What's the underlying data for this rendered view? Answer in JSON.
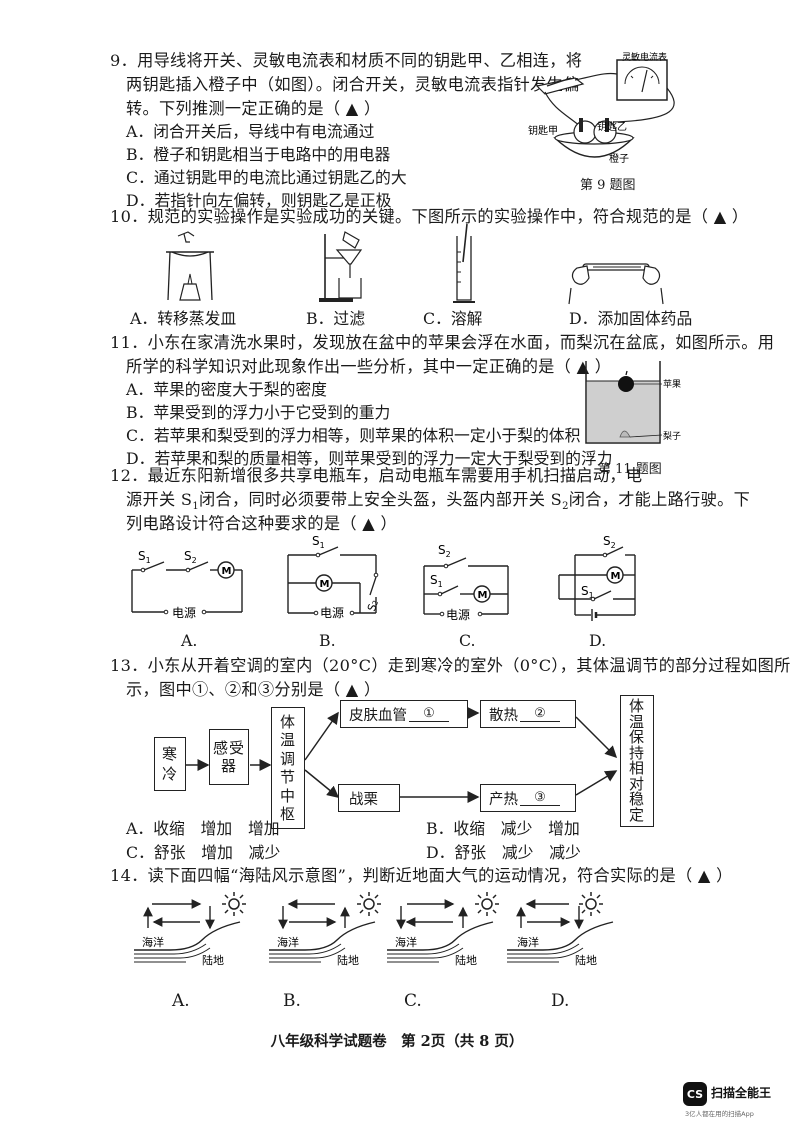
{
  "q9": {
    "line1": "9．用导线将开关、灵敏电流表和材质不同的钥匙甲、乙相连，将",
    "line2": "两钥匙插入橙子中（如图）。闭合开关，灵敏电流表指针发生偏",
    "line3": "转。下列推测一定正确的是（ ▲ ）",
    "options": [
      "A．闭合开关后，导线中有电流通过",
      "B．橙子和钥匙相当于电路中的用电器",
      "C．通过钥匙甲的电流比通过钥匙乙的大",
      "D．若指针向左偏转，则钥匙乙是正极"
    ],
    "fig_labels": {
      "meter": "灵敏电流表",
      "key_a": "钥匙甲",
      "key_b": "钥匙乙",
      "orange": "橙子"
    },
    "caption": "第 9 题图"
  },
  "q10": {
    "line1": "10．规范的实验操作是实验成功的关键。下图所示的实验操作中，符合规范的是（ ▲ ）",
    "options": [
      "A．转移蒸发皿",
      "B．过滤",
      "C．溶解",
      "D．添加固体药品"
    ]
  },
  "q11": {
    "line1": "11．小东在家清洗水果时，发现放在盆中的苹果会浮在水面，而梨沉在盆底，如图所示。用",
    "line2": "所学的科学知识对此现象作出一些分析，其中一定正确的是（ ▲ ）",
    "options": [
      "A．苹果的密度大于梨的密度",
      "B．苹果受到的浮力小于它受到的重力",
      "C．若苹果和梨受到的浮力相等，则苹果的体积一定小于梨的体积",
      "D．若苹果和梨的质量相等，则苹果受到的浮力一定大于梨受到的浮力"
    ],
    "fig_labels": {
      "apple": "苹果",
      "pear": "梨子"
    },
    "caption": "第 11 题图"
  },
  "q12": {
    "line1": "12．最近东阳新增很多共享电瓶车，启动电瓶车需要用手机扫描启动，电",
    "line2a": "源开关 S",
    "line2b": "闭合，同时必须要带上安全头盔，头盔内部开关 S",
    "line2c": "闭合，才能上路行驶。下",
    "sub1": "1",
    "sub2": "2",
    "line3": "列电路设计符合这种要求的是（ ▲ ）",
    "circuit_labels": {
      "s1": "S",
      "s2": "S",
      "one": "1",
      "two": "2",
      "motor": "M",
      "source": "电源"
    },
    "options": [
      "A.",
      "B.",
      "C.",
      "D."
    ]
  },
  "q13": {
    "line1": "13．小东从开着空调的室内（20°C）走到寒冷的室外（0°C），其体温调节的部分过程如图所",
    "line2": "示，图中①、②和③分别是（ ▲ ）",
    "flow": {
      "cold": "寒冷",
      "receptor": "感受器",
      "center": "体温调节中枢",
      "skin": "皮肤血管",
      "blank1": "①",
      "heat_loss": "散热",
      "blank2": "②",
      "shiver": "战栗",
      "heat_gen": "产热",
      "blank3": "③",
      "result": "体温保持相对稳定"
    },
    "options": [
      "A．收缩　增加　增加",
      "B．收缩　减少　增加",
      "C．舒张　增加　减少",
      "D．舒张　减少　减少"
    ]
  },
  "q14": {
    "line1": "14．读下面四幅“海陆风示意图”，判断近地面大气的运动情况，符合实际的是（ ▲ ）",
    "labels": {
      "sea": "海洋",
      "land": "陆地"
    },
    "options": [
      "A.",
      "B.",
      "C.",
      "D."
    ]
  },
  "footer": "八年级科学试题卷　第 2页（共 8 页）",
  "scanner": {
    "logo": "CS",
    "name": "扫描全能王",
    "sub": "3亿人都在用的扫描App"
  }
}
